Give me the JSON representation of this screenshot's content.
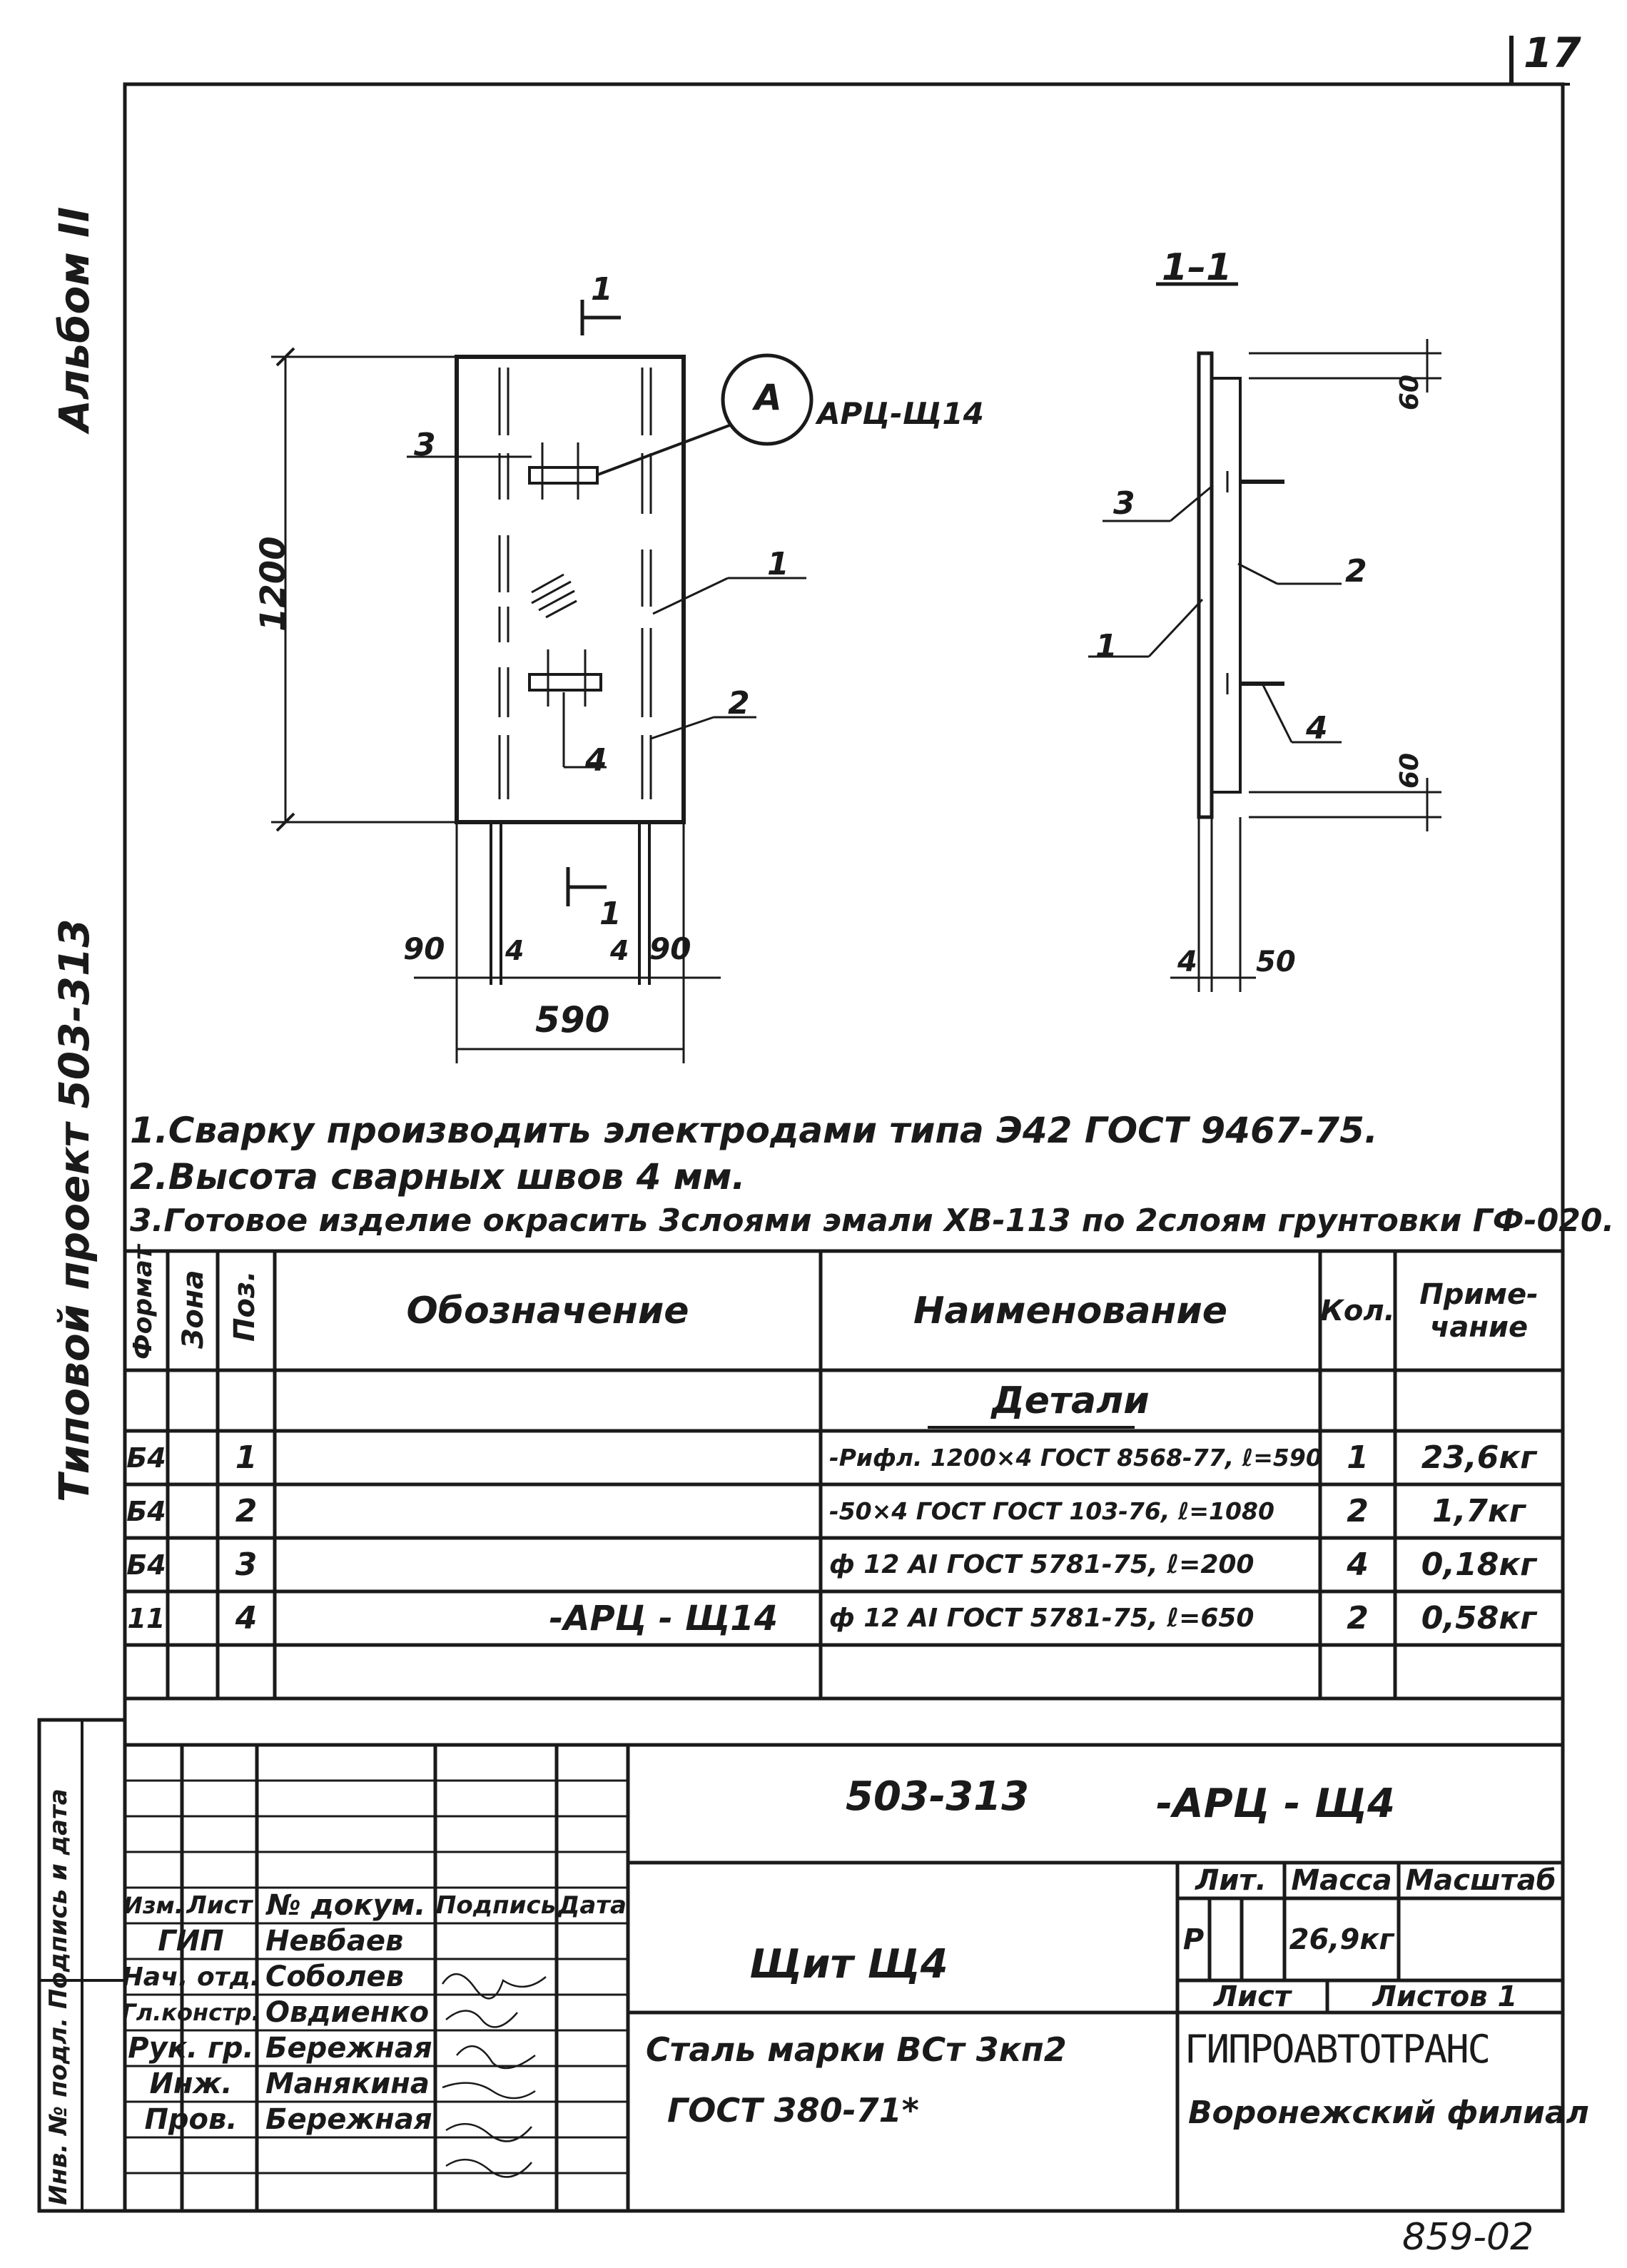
{
  "sheet": {
    "page_number": "17",
    "left_margin_album": "Альбом II",
    "left_margin_project": "Типовой проект  503-313",
    "left_margin_stamp": "Инв. № подл.  Подпись и дата",
    "bottom_code": "859-02"
  },
  "drawing": {
    "section_top_label": "1",
    "section_bottom_label": "1",
    "callout_label": "А",
    "callout_ref": "АРЦ-Щ14",
    "dim_height": "1200",
    "dim_width": "590",
    "dim_left_90": "90",
    "dim_left_4": "4",
    "dim_right_4": "4",
    "dim_right_90": "90",
    "pos_1": "1",
    "pos_2": "2",
    "pos_3": "3",
    "pos_4": "4",
    "section_title": "1–1",
    "sec_dim_top": "60",
    "sec_dim_bottom": "60",
    "sec_dim_4": "4",
    "sec_dim_50": "50",
    "sec_pos_1": "1",
    "sec_pos_2": "2",
    "sec_pos_3": "3",
    "sec_pos_4": "4"
  },
  "notes": [
    "1.Сварку  производить   электродами  типа Э42  ГОСТ 9467-75.",
    "2.Высота  сварных  швов 4 мм.",
    "3.Готовое изделие окрасить 3слоями эмали ХВ-113 по 2слоям грунтовки ГФ-020."
  ],
  "spec": {
    "headers": [
      "Формат",
      "Зона",
      "Поз.",
      "Обозначение",
      "Наименование",
      "Кол.",
      "Приме-чание"
    ],
    "section_title": "Детали",
    "rows": [
      {
        "format": "Б4",
        "zone": "",
        "pos": "1",
        "designation": "",
        "name": "-Рифл. 1200×4 ГОСТ 8568-77, ℓ=590",
        "qty": "1",
        "note": "23,6кг"
      },
      {
        "format": "Б4",
        "zone": "",
        "pos": "2",
        "designation": "",
        "name": "-50×4 ГОСТ ГОСТ 103-76, ℓ=1080",
        "qty": "2",
        "note": "1,7кг"
      },
      {
        "format": "Б4",
        "zone": "",
        "pos": "3",
        "designation": "",
        "name": "ф 12 АI ГОСТ 5781-75, ℓ=200",
        "qty": "4",
        "note": "0,18кг"
      },
      {
        "format": "11",
        "zone": "",
        "pos": "4",
        "designation": "-АРЦ - Щ14",
        "name": "ф 12 АI ГОСТ 5781-75, ℓ=650",
        "qty": "2",
        "note": "0,58кг"
      }
    ]
  },
  "title_block": {
    "doc_code": "503-313",
    "doc_suffix": "-АРЦ - Щ4",
    "sign_headers": [
      "Изм.",
      "Лист",
      "№ докум.",
      "Подпись",
      "Дата"
    ],
    "signers": [
      {
        "role": "ГИП",
        "name": "Невбаев"
      },
      {
        "role": "Нач. отд.",
        "name": "Соболев"
      },
      {
        "role": "Гл.констр.",
        "name": "Овдиенко"
      },
      {
        "role": "Рук. гр.",
        "name": "Бережная"
      },
      {
        "role": "Инж.",
        "name": "Манякина"
      },
      {
        "role": "Пров.",
        "name": "Бережная"
      }
    ],
    "item_name": "Щит  Щ4",
    "lit_header": "Лит.",
    "mass_header": "Масса",
    "scale_header": "Масштаб",
    "lit_value": "Р",
    "mass_value": "26,9кг",
    "sheet_label": "Лист",
    "sheets_label": "Листов 1",
    "material_line1": "Сталь марки ВСт 3кп2",
    "material_line2": "ГОСТ 380-71*",
    "org_name": "ГИПРОАВТОТРАНС",
    "org_branch": "Воронежский филиал"
  }
}
